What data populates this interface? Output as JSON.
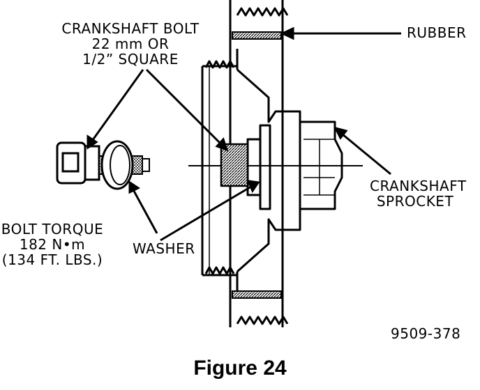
{
  "labels": {
    "crankshaft_bolt": [
      "CRANKSHAFT BOLT",
      "22 mm OR",
      "1/2” SQUARE"
    ],
    "rubber": "RUBBER",
    "crankshaft_sprocket": [
      "CRANKSHAFT",
      "SPROCKET"
    ],
    "bolt_torque": [
      "BOLT TORQUE",
      "182 N•m",
      "(134 FT. LBS.)"
    ],
    "washer": "WASHER",
    "figure_id": "9509-378"
  },
  "caption": "Figure 24",
  "colors": {
    "ink": "#000000",
    "paper": "#ffffff"
  }
}
